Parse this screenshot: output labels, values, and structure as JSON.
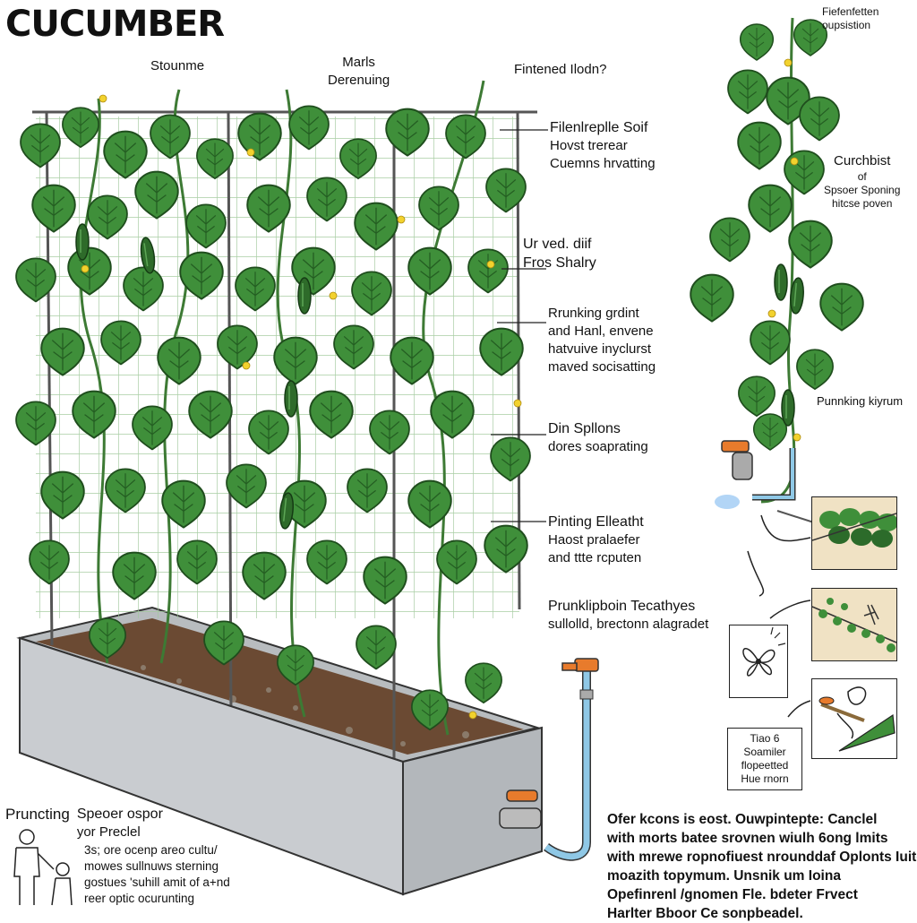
{
  "title": "CUCUMBER",
  "top_labels": [
    "Stounme",
    "Marls\nDerenuing",
    "Fintened Ilodn?"
  ],
  "right_labels": [
    [
      "Filenlreplle Soif",
      "Hovst trerear",
      "Cuemns hrvatting"
    ],
    [
      "Ur ved. diif",
      "Fros Shalry"
    ],
    [
      "Rrunking grdint",
      "and Hanl, envene",
      "hatvuive inyclurst",
      "maved socisatting"
    ],
    [
      "Din Spllons",
      "dores soaprating"
    ],
    [
      "Pinting Elleatht",
      "Haost pralaefer",
      "and ttte rcputen"
    ],
    [
      "Prunklipboin Tecathyes",
      "sullolld, brectonn alagradet"
    ]
  ],
  "far_right": {
    "top": [
      "Fiefenfetten",
      "oupsistion"
    ],
    "mid": [
      "Curchbist",
      "of",
      "Spsoer Sponing",
      "hitcse poven"
    ],
    "low": "Punnking kiyrum"
  },
  "caption_box": [
    "Tiao 6",
    "Soamiler",
    "flopeetted",
    "Hue rnorn"
  ],
  "pruning_block": {
    "title": "Pruncting",
    "subtitle": [
      "Speoer ospor",
      "yor Preclel"
    ],
    "lines": [
      "3s; ore ocenp areo cultu/",
      "mowes sullnuws sterning",
      "gostues 'suhill amit of a+nd",
      "reer optic ocurunting"
    ]
  },
  "bottom_paragraph": [
    "Ofer kcons is eost. Ouwpintepte: Canclel",
    "with morts batee srovnen wiulh 6ong lmits",
    "with mrewe ropnofiuest nrounddaf Oplonts Iuite",
    "moazith topymum. Unsnik um Ioina",
    "Opefinrenl /gnomen Fle. bdeter Frvect",
    "Harlter Bboor Ce sonpbeadel."
  ],
  "colors": {
    "leaf": "#3f8f3a",
    "leaf_dark": "#2c6b2a",
    "vine": "#3d7a34",
    "soil": "#6b4a33",
    "planter": "#cfd2d5",
    "hose": "#8fc8e6",
    "tap": "#e87b2c"
  },
  "icons": [
    "person-pruning-icon",
    "flower-sketch-icon",
    "pruning-shears-icon",
    "water-tap-icon"
  ]
}
